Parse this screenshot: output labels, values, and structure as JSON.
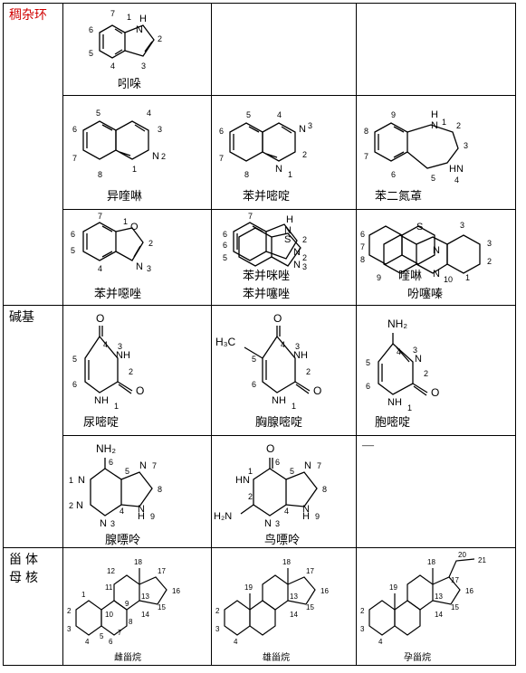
{
  "rows": {
    "fused": {
      "category": "稠杂环",
      "indole": "吲哚",
      "isoquinoline": "异喹啉",
      "quinazoline": "苯并嘧啶",
      "benzodiazepine": "苯二氮䓬",
      "benzoxazole": "苯并噁唑",
      "benzimidazole": "苯并咪唑",
      "benzothiazole": "苯并噻唑",
      "quinoline": "喹啉",
      "phenothiazine": "吩噻嗪"
    },
    "bases": {
      "category": "碱基",
      "uracil": "尿嘧啶",
      "thymine": "胸腺嘧啶",
      "cytosine": "胞嘧啶",
      "adenine": "腺嘌呤",
      "guanine": "鸟嘌呤",
      "empty_mark": "—"
    },
    "steroids": {
      "category": "甾体母核",
      "estrane": "雌甾烷",
      "androstane": "雄甾烷",
      "pregnane": "孕甾烷"
    }
  }
}
